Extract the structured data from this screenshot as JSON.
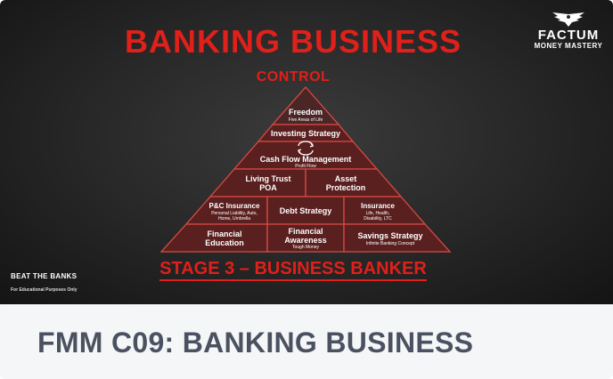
{
  "banner": {
    "title": "BANKING BUSINESS",
    "subtitle": "CONTROL",
    "stage": "STAGE 3 – BUSINESS BANKER",
    "colors": {
      "accent": "#e0201a",
      "block": "#5a1f1f",
      "background": "#2a2a2a"
    }
  },
  "logo": {
    "name": "FACTUM",
    "tagline": "MONEY MASTERY",
    "icon": "eagle-wings-icon"
  },
  "watermark": {
    "brand": "BEAT THE BANKS",
    "disclaimer": "For Educational Purposes Only"
  },
  "pyramid": {
    "freedom": {
      "title": "Freedom",
      "sub": "Five Areas of Life"
    },
    "investing": {
      "title": "Investing Strategy"
    },
    "cashflow": {
      "title": "Cash Flow Management",
      "sub": "Profit Flow"
    },
    "living_trust": {
      "line1": "Living Trust",
      "line2": "POA"
    },
    "asset_protection": {
      "line1": "Asset",
      "line2": "Protection"
    },
    "pc_insurance": {
      "title": "P&C Insurance",
      "sub1": "Personal Liability, Auto,",
      "sub2": "Home, Umbrella"
    },
    "debt": {
      "title": "Debt Strategy"
    },
    "insurance": {
      "title": "Insurance",
      "sub1": "Life, Health,",
      "sub2": "Disability, LTC"
    },
    "fin_ed": {
      "line1": "Financial",
      "line2": "Education"
    },
    "fin_aw": {
      "line1": "Financial",
      "line2": "Awareness",
      "sub": "Tough Money"
    },
    "savings": {
      "title": "Savings Strategy",
      "sub": "Infinite Banking Concept"
    }
  },
  "caption": {
    "title": "FMM C09: BANKING BUSINESS"
  }
}
